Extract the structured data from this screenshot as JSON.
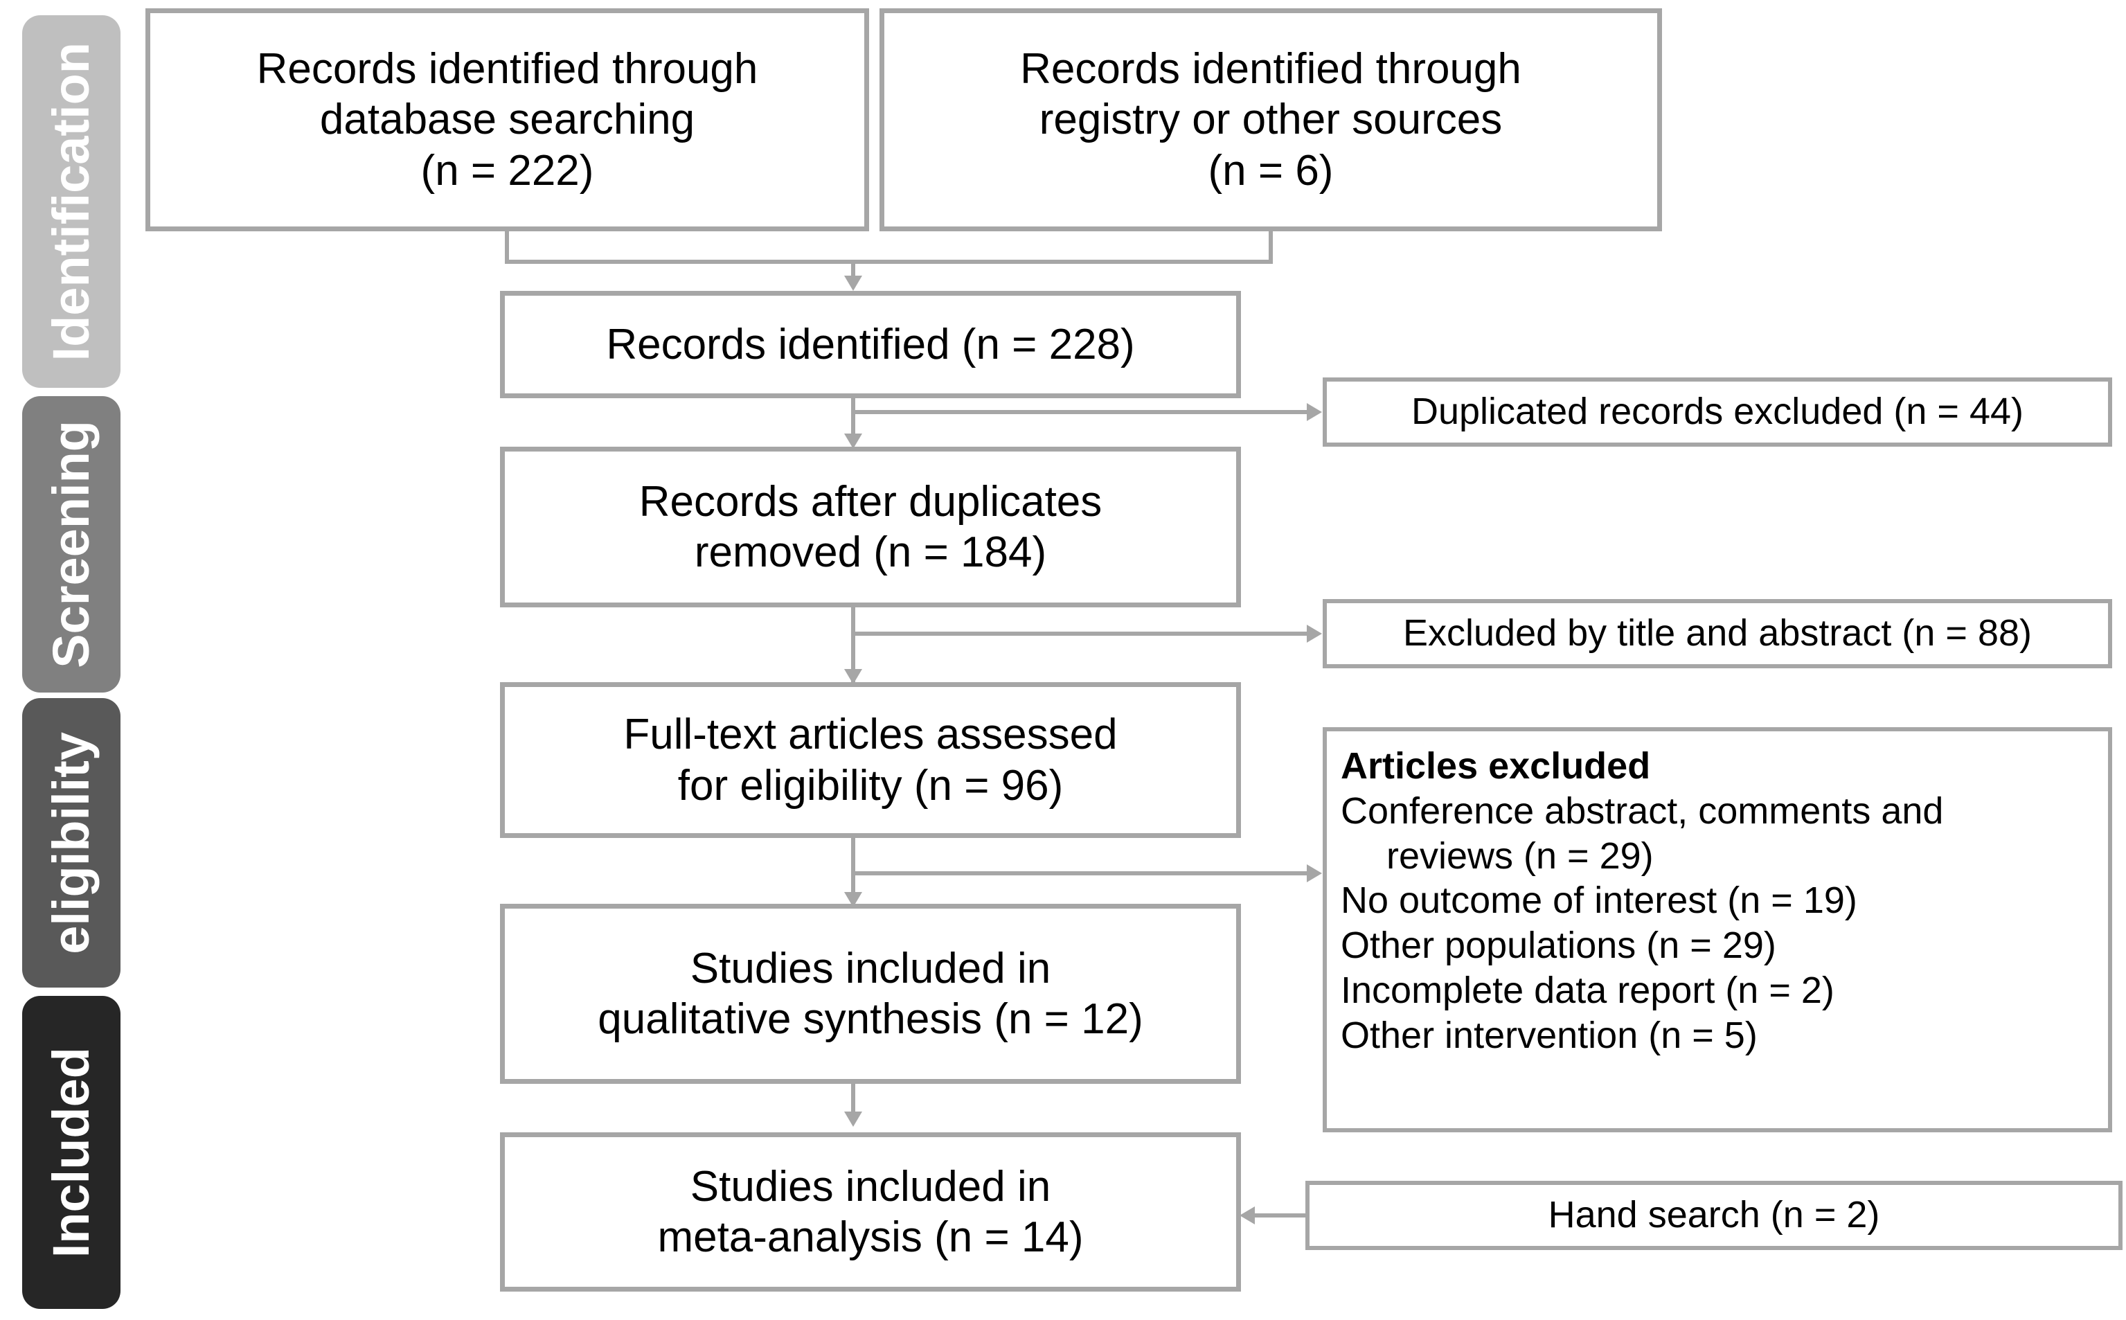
{
  "diagram": {
    "type": "PRISMA flow diagram",
    "colors": {
      "box_border": "#a6a6a6",
      "connector": "#a6a6a6",
      "text": "#000000",
      "background": "#ffffff",
      "phase_identification": "#bfbfbf",
      "phase_screening": "#808080",
      "phase_eligibility": "#595959",
      "phase_included": "#262626"
    }
  },
  "phases": [
    {
      "id": "identification",
      "label": "Identification",
      "color": "#bfbfbf"
    },
    {
      "id": "screening",
      "label": "Screening",
      "color": "#808080"
    },
    {
      "id": "eligibility",
      "label": "eligibility",
      "color": "#595959"
    },
    {
      "id": "included",
      "label": "Included",
      "color": "#262626"
    }
  ],
  "boxes": {
    "database_search": {
      "line1": "Records identified through",
      "line2": "database searching",
      "line3": "(n = 222)",
      "n": 222
    },
    "registry_search": {
      "line1": "Records identified through",
      "line2": "registry or other sources",
      "line3": "(n = 6)",
      "n": 6
    },
    "records_identified": {
      "text": "Records identified (n = 228)",
      "n": 228
    },
    "duplicates_excluded": {
      "text": "Duplicated records excluded (n = 44)",
      "n": 44
    },
    "after_duplicates": {
      "line1": "Records after duplicates",
      "line2": "removed (n = 184)",
      "n": 184
    },
    "excluded_title_abstract": {
      "text": "Excluded by title and abstract (n = 88)",
      "n": 88
    },
    "fulltext_assessed": {
      "line1": "Full-text articles assessed",
      "line2": "for eligibility (n = 96)",
      "n": 96
    },
    "articles_excluded": {
      "title": "Articles excluded",
      "reasons": [
        {
          "label": "Conference abstract, comments and",
          "cont": "reviews (n = 29)",
          "n": 29
        },
        {
          "label": "No outcome of interest (n = 19)",
          "n": 19
        },
        {
          "label": "Other populations (n = 29)",
          "n": 29
        },
        {
          "label": "Incomplete data report (n = 2)",
          "n": 2
        },
        {
          "label": "Other intervention (n = 5)",
          "n": 5
        }
      ]
    },
    "qualitative_synthesis": {
      "line1": "Studies included in",
      "line2": "qualitative synthesis (n = 12)",
      "n": 12
    },
    "meta_analysis": {
      "line1": "Studies included in",
      "line2": "meta-analysis (n = 14)",
      "n": 14
    },
    "hand_search": {
      "text": "Hand search (n = 2)",
      "n": 2
    }
  }
}
